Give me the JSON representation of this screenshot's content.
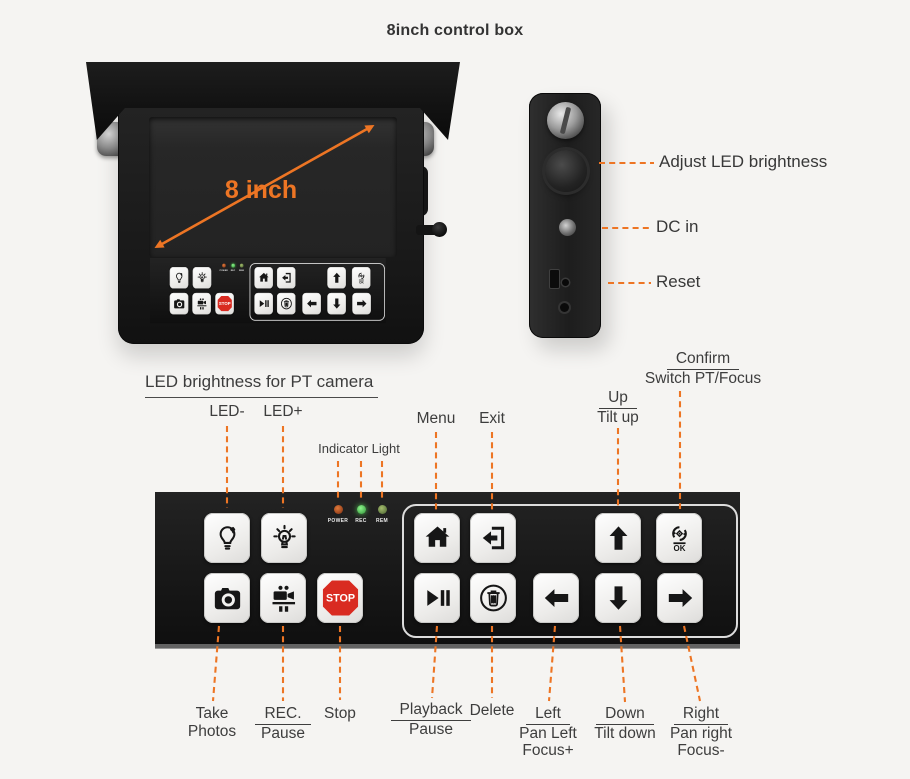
{
  "title": "8inch control box",
  "colors": {
    "accent": "#ED7524",
    "stop_red": "#D92B21",
    "panel_black": "#1a1a1a",
    "button_face": "#f1f0ee"
  },
  "front_view": {
    "size_label": "8 inch"
  },
  "side_view": {
    "labels": [
      "Adjust LED brightness",
      "DC in",
      "Reset"
    ]
  },
  "panel": {
    "heading": "LED brightness for PT camera",
    "indicator_heading": "Indicator Light",
    "indicators": [
      {
        "label": "POWER",
        "color": "#c05a2a"
      },
      {
        "label": "REC",
        "color": "#4cc44c"
      },
      {
        "label": "REM",
        "color": "#7a9a55"
      }
    ],
    "stop_label": "STOP",
    "ok_label": "OK",
    "buttons": [
      {
        "id": "led-minus",
        "icon": "bulb-icon"
      },
      {
        "id": "led-plus",
        "icon": "bulb-rays-icon"
      },
      {
        "id": "menu",
        "icon": "home-icon"
      },
      {
        "id": "exit",
        "icon": "exit-door-icon"
      },
      {
        "id": "up",
        "icon": "arrow-up-icon"
      },
      {
        "id": "confirm",
        "icon": "rotate-ok-icon"
      },
      {
        "id": "take-photos",
        "icon": "camera-icon"
      },
      {
        "id": "rec-pause",
        "icon": "video-pause-icon"
      },
      {
        "id": "stop",
        "icon": "stop-octagon-icon"
      },
      {
        "id": "playback-pause",
        "icon": "play-pause-icon"
      },
      {
        "id": "delete",
        "icon": "trash-circle-icon"
      },
      {
        "id": "left",
        "icon": "arrow-left-icon"
      },
      {
        "id": "down",
        "icon": "arrow-down-icon"
      },
      {
        "id": "right",
        "icon": "arrow-right-icon"
      }
    ]
  },
  "top_labels": [
    {
      "id": "led-minus",
      "lines": [
        "LED-"
      ],
      "underline_first": false
    },
    {
      "id": "led-plus",
      "lines": [
        "LED+"
      ],
      "underline_first": false
    },
    {
      "id": "menu",
      "lines": [
        "Menu"
      ],
      "underline_first": false
    },
    {
      "id": "exit",
      "lines": [
        "Exit"
      ],
      "underline_first": false
    },
    {
      "id": "up",
      "lines": [
        "Up",
        "Tilt up"
      ],
      "underline_first": true
    },
    {
      "id": "confirm",
      "lines": [
        "Confirm",
        "Switch PT/Focus"
      ],
      "underline_first": true
    }
  ],
  "bottom_labels": [
    {
      "id": "take-photos",
      "lines": [
        "Take",
        "Photos"
      ],
      "underline_first": false
    },
    {
      "id": "rec-pause",
      "lines": [
        "REC.",
        "Pause"
      ],
      "underline_first": true
    },
    {
      "id": "stop",
      "lines": [
        "Stop"
      ],
      "underline_first": false
    },
    {
      "id": "playback-pause",
      "lines": [
        "Playback",
        "Pause"
      ],
      "underline_first": true
    },
    {
      "id": "delete",
      "lines": [
        "Delete"
      ],
      "underline_first": false
    },
    {
      "id": "left",
      "lines": [
        "Left",
        "Pan Left",
        "Focus+"
      ],
      "underline_first": true
    },
    {
      "id": "down",
      "lines": [
        "Down",
        "Tilt down"
      ],
      "underline_first": true
    },
    {
      "id": "right",
      "lines": [
        "Right",
        "Pan right",
        "Focus-"
      ],
      "underline_first": true
    }
  ]
}
